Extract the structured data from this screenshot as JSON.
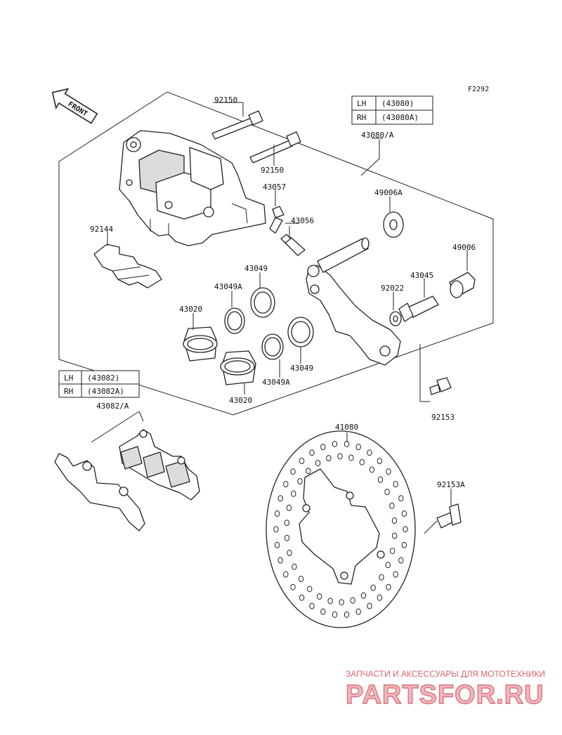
{
  "figure_code": "F2292",
  "front_label": "FRONT",
  "caliper_table": {
    "rows": [
      {
        "side": "LH",
        "part": "(43080)"
      },
      {
        "side": "RH",
        "part": "(43080A)"
      }
    ]
  },
  "pad_table": {
    "rows": [
      {
        "side": "LH",
        "part": "(43082)"
      },
      {
        "side": "RH",
        "part": "(43082A)"
      }
    ]
  },
  "callouts": {
    "pin_top": "92150",
    "pin_second": "92150",
    "caliper_assy": "43080/A",
    "bleeder_cap": "43057",
    "bleeder_valve": "43056",
    "pad_spring": "92144",
    "seal_upper_left": "43049",
    "seal_upper_left_a": "43049A",
    "piston_left": "43020",
    "seal_right": "43049",
    "seal_right_a": "43049A",
    "piston_lower": "43020",
    "boot_upper": "49006A",
    "boot_right": "49006",
    "bracket_bolt": "43045",
    "washer": "92022",
    "caliper_bolt": "92153",
    "pad_set": "43082/A",
    "disc": "41080",
    "disc_bolt": "92153A"
  },
  "watermark": {
    "tagline": "ЗАПЧАСТИ И АКСЕССУАРЫ ДЛЯ МОТОТЕХНИКИ",
    "brand": "PARTSFOR.RU"
  }
}
